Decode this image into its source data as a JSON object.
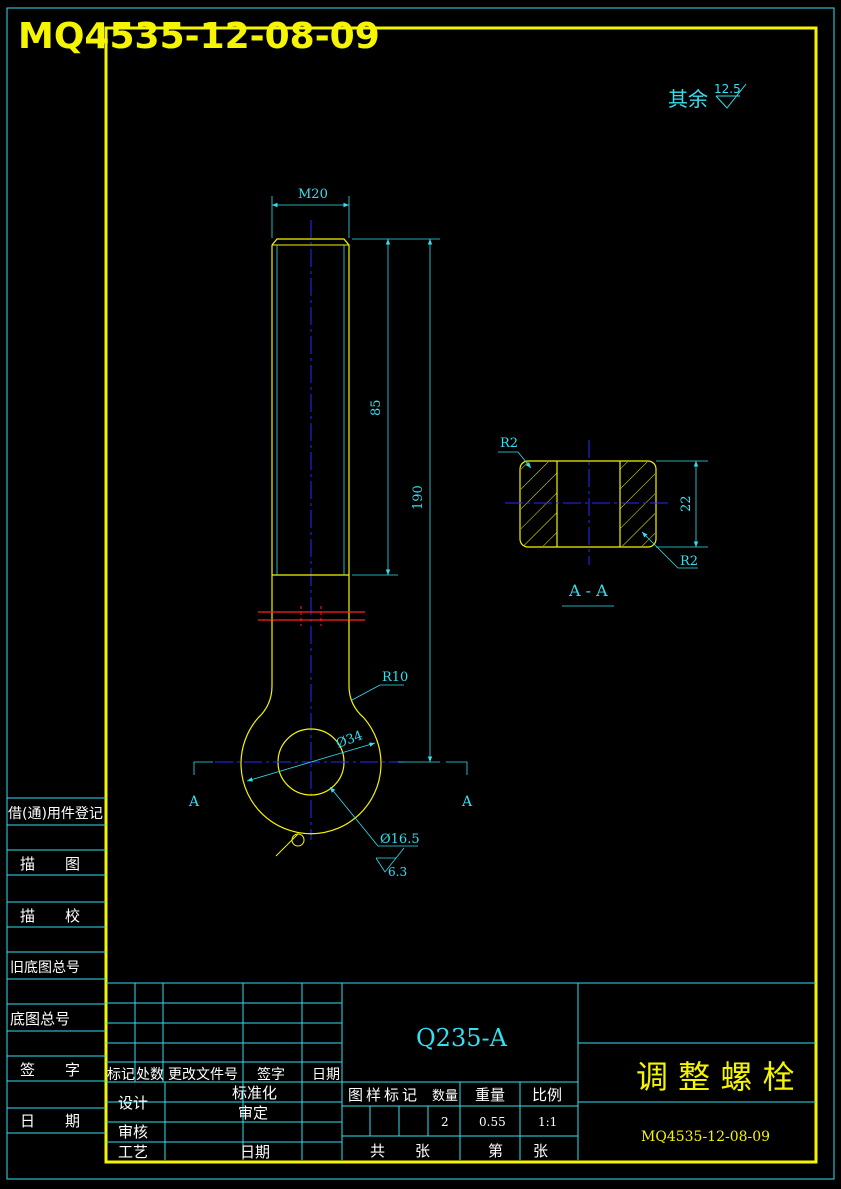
{
  "drawing_number": "MQ4535-12-08-09",
  "part_name": "调 整 螺 栓",
  "material": "Q235-A",
  "roughness": {
    "label": "其余",
    "value": "12.5"
  },
  "dimensions": {
    "thread": "M20",
    "thread_length": "85",
    "total_length": "190",
    "eye_radius": "R10",
    "eye_diameter": "Ø34",
    "hole_diameter": "Ø16.5",
    "hole_roughness": "6.3",
    "fillet_top": "R2",
    "fillet_bottom": "R2",
    "thickness": "22"
  },
  "section": {
    "label": "A - A",
    "marker_left": "A",
    "marker_right": "A"
  },
  "left_panel": {
    "register": "借(通)用件登记",
    "rows": [
      "描　　图",
      "描　　校",
      "旧底图总号",
      "底图总号",
      "签　　字",
      "日　　期"
    ]
  },
  "title_block": {
    "rev_header": [
      "标记",
      "处数",
      "更改文件号",
      "签字",
      "日期"
    ],
    "design": "设计",
    "standardize": "标准化",
    "review": "审核",
    "approve": "审定",
    "process": "工艺",
    "date": "日期",
    "col_drawing_mark": "图样标记",
    "col_quantity": "数量",
    "col_weight": "重量",
    "col_scale": "比例",
    "quantity": "2",
    "weight": "0.55",
    "scale": "1:1",
    "total_sheets": "共　　张",
    "sheet_no": "第　　张"
  },
  "colors": {
    "background": "#000000",
    "frame": "#f5f500",
    "dimension": "#33e0f0",
    "centerline": "#2a2aff",
    "hidden": "#ff2020"
  }
}
